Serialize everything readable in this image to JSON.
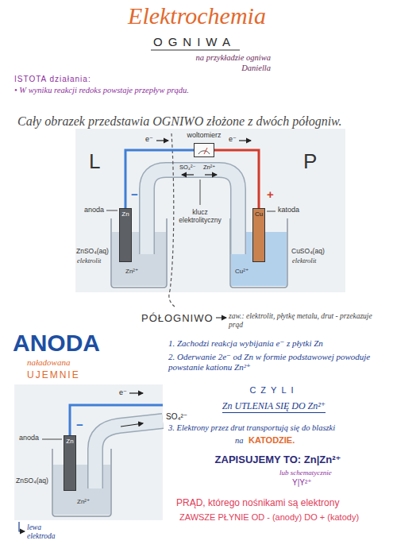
{
  "diagram": {
    "title": "Elektrochemia",
    "nodes": [
      {
        "text": [
          "Zn"
        ]
      },
      {
        "text": [
          "woltomierz"
        ]
      },
      {
        "text": [
          "Cu"
        ]
      },
      {
        "text": [
          "Zn"
        ]
      }
    ],
    "edges": [
      {
        "from": 0,
        "to": 1,
        "arrow": "none",
        "label": "e⁻"
      },
      {
        "from": 1,
        "to": 2,
        "arrow": "none",
        "label": "e⁻"
      }
    ],
    "labels": [
      "OGNIWA",
      "na przykładzie ogniwa Daniella",
      "ISTOTA działania:",
      "• W wyniku reakcji redoks powstaje przepływ prądu.",
      "Cały obrazek przedstawia OGNIWO złożone z dwóch półogniw.",
      "L",
      "P",
      "anoda",
      "−",
      "ZnSO₄(aq)",
      "elektrolit",
      "Zn²⁺",
      "SO₄²⁻",
      "Zn²⁺",
      "klucz elektrolityczny",
      "+",
      "katoda",
      "CuSO₄(aq)",
      "elektrolit",
      "Cu²⁺",
      "PÓŁOGNIWO",
      "zaw.: elektrolit, płytkę metalu, drut - przekazuje prąd",
      "ANODA",
      "naładowana",
      "UJEMNIE",
      "e⁻",
      "anoda",
      "−",
      "SO₄²⁻",
      "ZnSO₄(aq)",
      "Zn²⁺",
      "lewa elektroda",
      "1. Zachodzi reakcja wybijania e⁻ z płytki Zn",
      "2. Oderwanie 2e⁻ od Zn w formie podstawowej powoduje powstanie kationu Zn²⁺",
      "CZYLI",
      "Zn UTLENIA SIĘ DO Zn²⁺",
      "3. Elektrony przez drut transportują się do blaszki",
      "na",
      "KATODZIE.",
      "ZAPISUJEMY TO: Zn|Zn²⁺",
      "lub schematycznie",
      "Y|Y²⁺",
      "PRĄD, którego nośnikami są elektrony",
      "ZAWSZE PŁYNIE OD - (anody) DO + (katody)"
    ]
  }
}
